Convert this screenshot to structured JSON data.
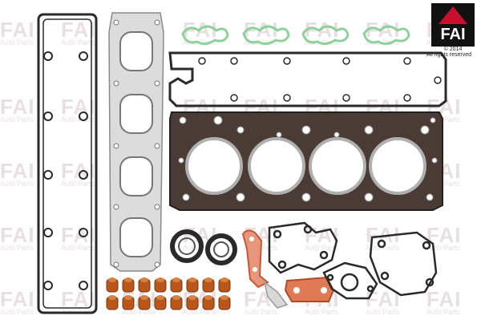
{
  "image": {
    "kind": "product photo",
    "subject": "cylinder head gasket set"
  },
  "watermark": {
    "brand": "FAI",
    "sub": "Auto Parts"
  },
  "logo": {
    "brand_text": "FAI",
    "copyright": "© 2014",
    "rights": "All rights reserved",
    "accent_color": "#c8102e"
  },
  "colors": {
    "gasket_dark": "#2a2a2a",
    "gasket_brown": "#4a3b34",
    "rubber_green": "#8fd19a",
    "valve_seal": "#b8561c",
    "paper_orange": "#e07a55",
    "metal": "#c9c9c9"
  }
}
